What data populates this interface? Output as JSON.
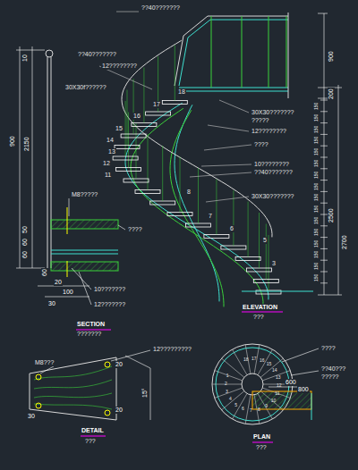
{
  "diagram": {
    "labels": [
      "??40???????",
      "??40???????",
      "12????????",
      "30X30f??????",
      "18",
      "17",
      "16",
      "15",
      "14",
      "13",
      "12",
      "11",
      "8",
      "7",
      "6",
      "5",
      "3",
      "30X30???????",
      "?????",
      "12????????",
      "????",
      "10????????",
      "??40???????",
      "30X30???????",
      "M8?????",
      "????",
      "10???????",
      "12???????",
      "10",
      "900",
      "2150",
      "50",
      "60",
      "60",
      "60",
      "20",
      "100",
      "30",
      "900",
      "200",
      "2500",
      "2700",
      "150",
      "150",
      "150",
      "150",
      "150",
      "150",
      "150",
      "150",
      "150",
      "150",
      "150",
      "150",
      "150",
      "150",
      "150",
      "150",
      "SECTION",
      "???????",
      "ELEVATION",
      "???",
      "DETAIL",
      "???",
      "PLAN",
      "???",
      "M8???",
      "12?????????",
      "20",
      "20",
      "15°",
      "30",
      "????",
      "??40???",
      "?????",
      "600",
      "800",
      "1",
      "2",
      "3",
      "4",
      "5",
      "6",
      "7",
      "8",
      "9",
      "10",
      "11",
      "12",
      "13",
      "14",
      "15",
      "16",
      "17",
      "18"
    ]
  }
}
